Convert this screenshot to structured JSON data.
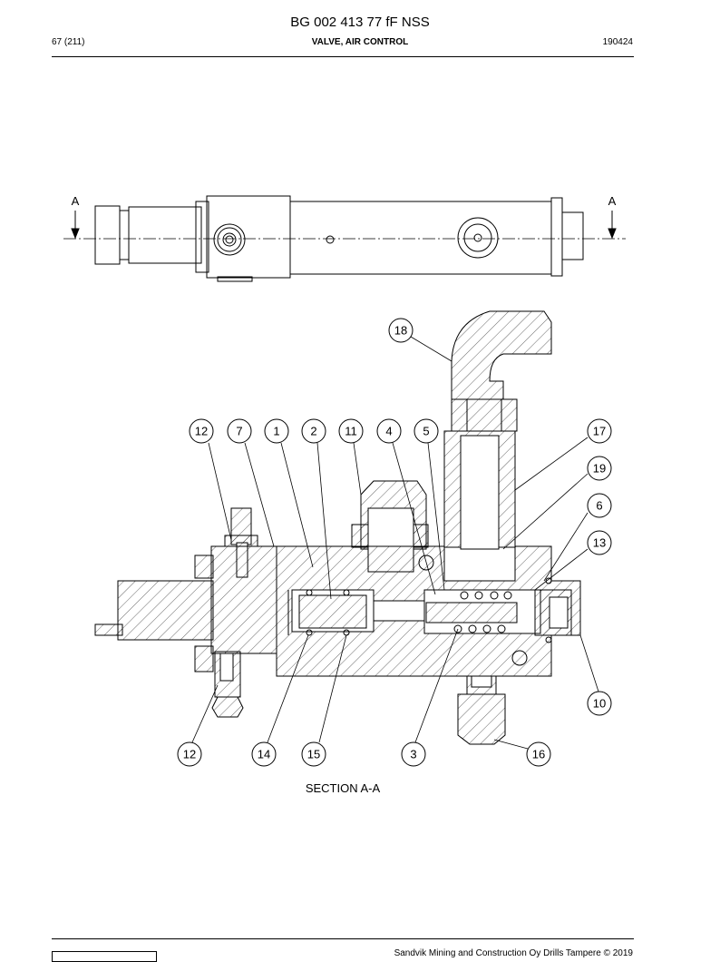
{
  "header": {
    "doc_title": "BG 002 413 77 fF NSS",
    "page": "67 (211)",
    "part_name": "VALVE, AIR CONTROL",
    "date": "190424"
  },
  "drawing": {
    "section_marker": "A",
    "section_caption": "SECTION A-A",
    "callouts": [
      "18",
      "12",
      "7",
      "1",
      "2",
      "11",
      "4",
      "5",
      "17",
      "19",
      "6",
      "13",
      "10",
      "12",
      "14",
      "15",
      "3",
      "16"
    ]
  },
  "footer": {
    "copyright": "Sandvik Mining and Construction Oy Drills Tampere © 2019"
  },
  "colors": {
    "line": "#000000",
    "background": "#ffffff"
  }
}
